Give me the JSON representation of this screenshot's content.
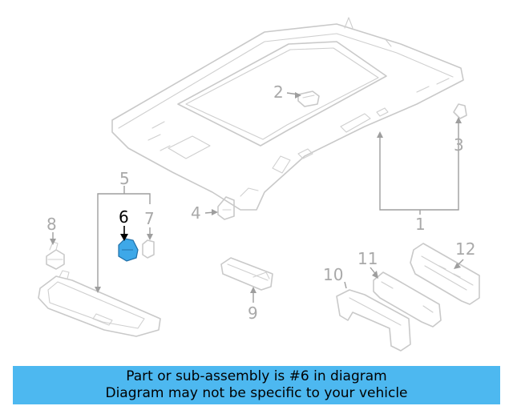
{
  "callouts": {
    "c1": "1",
    "c2": "2",
    "c3": "3",
    "c4": "4",
    "c5": "5",
    "c6": "6",
    "c7": "7",
    "c8": "8",
    "c9": "9",
    "c10": "10",
    "c11": "11",
    "c12": "12"
  },
  "highlighted_part": "6",
  "colors": {
    "highlight": "#3ea8e8",
    "banner": "#4db8f0",
    "line_art": "#c9c9c9",
    "callout_text": "#a9a9a9"
  },
  "banner": {
    "line1": "Part or sub-assembly is #6 in diagram",
    "line2": "Diagram may not be specific to your vehicle"
  }
}
